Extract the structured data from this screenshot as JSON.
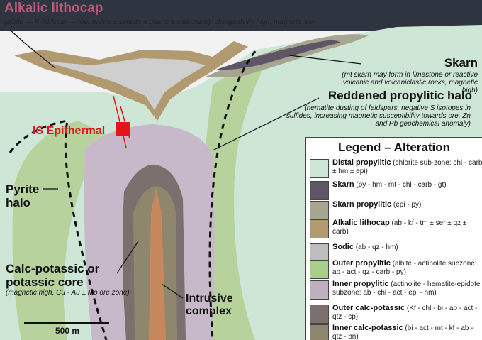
{
  "title": "Alkalic lithocap",
  "subtitle": "(albite — K-feldspar — tourmaline ± sericite ± quartz ± carbonate): chargeability high, magnetic low",
  "labels": {
    "skarn": "Skarn",
    "skarn_note": "(mt skarn may form in limestone or reactive volcanic and volcaniclastic rocks, magnetic high)",
    "reddened": "Reddened propylitic halo",
    "reddened_note": "(hematite dusting of feldspars, negative S isotopes in sulfides, increasing magnetic susceptibility towards ore, Zn and Pb geochemical anomaly)",
    "is_epithermal": "IS Epithermal",
    "pyrite_halo": "Pyrite halo",
    "calc_potassic": "Calc-potassic or potassic core",
    "calc_note": "(magnetic high, Cu - Au ± Mo ore zone)",
    "intrusive": "Intrusive complex",
    "scale": "500 m"
  },
  "legend": {
    "heading": "Legend – Alteration",
    "items": [
      {
        "name": "Distal propylitic",
        "desc": " (chlorite sub-zone: chl - carb ± hm ± epi)",
        "color": "#cde6d6"
      },
      {
        "name": "Skarn",
        "desc": " (py - hm - mt - chl - carb - gt)",
        "color": "#5e5566"
      },
      {
        "name": "Skarn propylitic",
        "desc": " (epi - py)",
        "color": "#a6a590"
      },
      {
        "name": "Alkalic lithocap",
        "desc": " (ab - kf - tm ± ser ± qz ± carb)",
        "color": "#b29a70"
      },
      {
        "name": "Sodic",
        "desc": " (ab - qz - hm)",
        "color": "#bdbdbd"
      },
      {
        "name": "Outer propylitic",
        "desc": " (albite - actinolite subzone: ab - act - qz - carb - py)",
        "color": "#a9d08b"
      },
      {
        "name": "Inner propylitic",
        "desc": " (actinolite - hematite-epidote subzone: ab - chl - act - epi - hm)",
        "color": "#bfb0c0"
      },
      {
        "name": "Outer calc-potassic",
        "desc": " (Kf - chl - bi - ab - act - qtz - cp)",
        "color": "#7b706e"
      },
      {
        "name": "Inner calc-potassic",
        "desc": " (bi - act - mt - kf - ab - qtz - bn)",
        "color": "#8f876d"
      }
    ]
  }
}
